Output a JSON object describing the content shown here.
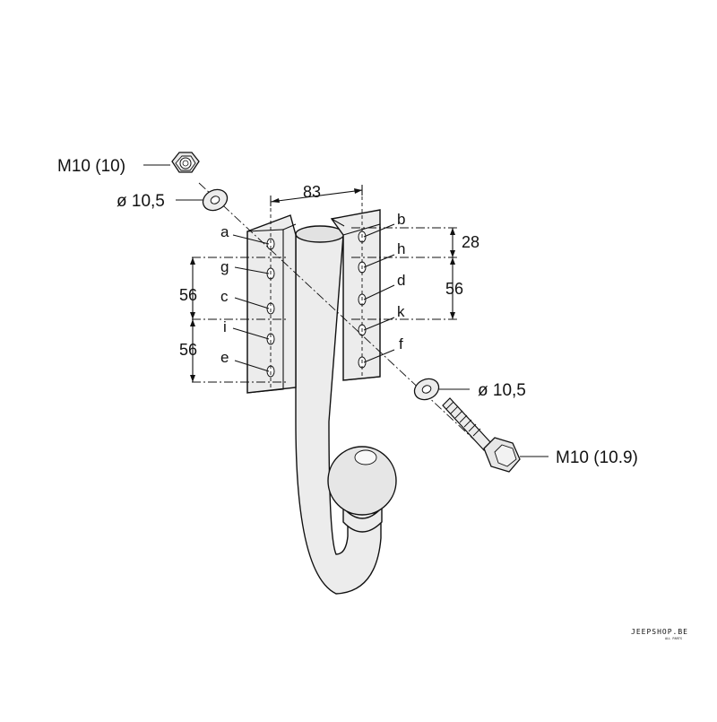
{
  "fasteners": {
    "nut": "M10 (10)",
    "washer_top": "ø 10,5",
    "washer_bottom": "ø 10,5",
    "bolt": "M10 (10.9)"
  },
  "dimensions": {
    "width": "83",
    "gap_top": "28",
    "spacing_right": "56",
    "spacing_left_top": "56",
    "spacing_left_bottom": "56"
  },
  "hole_labels": {
    "left": [
      "a",
      "g",
      "c",
      "i",
      "e"
    ],
    "right": [
      "b",
      "h",
      "d",
      "k",
      "f"
    ]
  },
  "watermark": {
    "brand": "JEEPSHOP.BE",
    "sub": "ALL PARTS"
  }
}
